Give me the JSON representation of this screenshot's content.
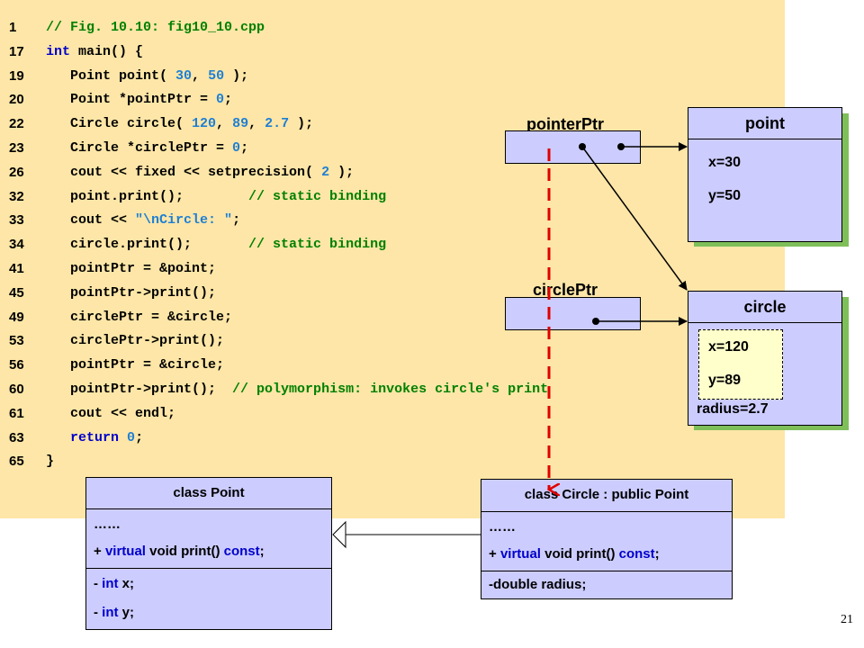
{
  "code_lines": [
    {
      "num": "1",
      "tokens": [
        {
          "t": "// Fig. 10.10: fig10_10.cpp",
          "c": "cmt"
        }
      ]
    },
    {
      "num": "17",
      "tokens": [
        {
          "t": "int",
          "c": "kw"
        },
        {
          "t": " main() {",
          "c": "plain"
        }
      ]
    },
    {
      "num": "19",
      "tokens": [
        {
          "t": "   Point point( ",
          "c": "plain"
        },
        {
          "t": "30",
          "c": "num"
        },
        {
          "t": ", ",
          "c": "plain"
        },
        {
          "t": "50",
          "c": "num"
        },
        {
          "t": " );",
          "c": "plain"
        }
      ]
    },
    {
      "num": "20",
      "tokens": [
        {
          "t": "   Point *pointPtr = ",
          "c": "plain"
        },
        {
          "t": "0",
          "c": "num"
        },
        {
          "t": ";",
          "c": "plain"
        }
      ]
    },
    {
      "num": "22",
      "tokens": [
        {
          "t": "   Circle circle( ",
          "c": "plain"
        },
        {
          "t": "120",
          "c": "num"
        },
        {
          "t": ", ",
          "c": "plain"
        },
        {
          "t": "89",
          "c": "num"
        },
        {
          "t": ", ",
          "c": "plain"
        },
        {
          "t": "2.7",
          "c": "num"
        },
        {
          "t": " );",
          "c": "plain"
        }
      ]
    },
    {
      "num": "23",
      "tokens": [
        {
          "t": "   Circle *circlePtr = ",
          "c": "plain"
        },
        {
          "t": "0",
          "c": "num"
        },
        {
          "t": ";",
          "c": "plain"
        }
      ]
    },
    {
      "num": "26",
      "tokens": [
        {
          "t": "   cout << fixed << setprecision( ",
          "c": "plain"
        },
        {
          "t": "2",
          "c": "num"
        },
        {
          "t": " );",
          "c": "plain"
        }
      ]
    },
    {
      "num": "32",
      "tokens": [
        {
          "t": "   point.print();        ",
          "c": "plain"
        },
        {
          "t": "// static binding",
          "c": "cmt"
        }
      ]
    },
    {
      "num": "33",
      "tokens": [
        {
          "t": "   cout << ",
          "c": "plain"
        },
        {
          "t": "\"\\nCircle: \"",
          "c": "str"
        },
        {
          "t": ";",
          "c": "plain"
        }
      ]
    },
    {
      "num": "34",
      "tokens": [
        {
          "t": "   circle.print();       ",
          "c": "plain"
        },
        {
          "t": "// static binding",
          "c": "cmt"
        }
      ]
    },
    {
      "num": "41",
      "tokens": [
        {
          "t": "   pointPtr = &point;",
          "c": "plain"
        }
      ]
    },
    {
      "num": "45",
      "tokens": [
        {
          "t": "   pointPtr->print();",
          "c": "plain"
        }
      ]
    },
    {
      "num": "49",
      "tokens": [
        {
          "t": "   circlePtr = &circle;",
          "c": "plain"
        }
      ]
    },
    {
      "num": "53",
      "tokens": [
        {
          "t": "   circlePtr->print();",
          "c": "plain"
        }
      ]
    },
    {
      "num": "56",
      "tokens": [
        {
          "t": "   pointPtr = &circle;",
          "c": "plain"
        }
      ]
    },
    {
      "num": "60",
      "tokens": [
        {
          "t": "   pointPtr->print();  ",
          "c": "plain"
        },
        {
          "t": "// polymorphism: invokes circle's print",
          "c": "cmt"
        }
      ]
    },
    {
      "num": "61",
      "tokens": [
        {
          "t": "   cout << endl;",
          "c": "plain"
        }
      ]
    },
    {
      "num": "63",
      "tokens": [
        {
          "t": "   ",
          "c": "plain"
        },
        {
          "t": "return",
          "c": "kw"
        },
        {
          "t": " ",
          "c": "plain"
        },
        {
          "t": "0",
          "c": "num"
        },
        {
          "t": ";",
          "c": "plain"
        }
      ]
    },
    {
      "num": "65",
      "tokens": [
        {
          "t": "}",
          "c": "plain"
        }
      ]
    }
  ],
  "pointers": {
    "pointer_ptr_label": "pointerPtr",
    "circle_ptr_label": "circlePtr"
  },
  "objects": {
    "point": {
      "title": "point",
      "x": "x=30",
      "y": "y=50"
    },
    "circle": {
      "title": "circle",
      "x": "x=120",
      "y": "y=89",
      "radius": "radius=2.7"
    }
  },
  "uml": {
    "point_class": {
      "header": "class Point",
      "ellipsis": "……",
      "method_prefix": "+ ",
      "method_kw1": "virtual",
      "method_mid": " void print() ",
      "method_kw2": "const",
      "method_end": ";",
      "field1_prefix": "- ",
      "field1_kw": "int",
      "field1_name": " x;",
      "field2_prefix": "- ",
      "field2_kw": "int",
      "field2_name": " y;"
    },
    "circle_class": {
      "header": "class Circle : public Point",
      "ellipsis": "……",
      "method_prefix": "+ ",
      "method_kw1": "virtual",
      "method_mid": " void print() ",
      "method_kw2": "const",
      "method_end": ";",
      "field1": "-double radius;"
    }
  },
  "colors": {
    "code_bg": "#fde6a7",
    "box_fill": "#ccccff",
    "shadow": "#7fbf5a",
    "dashed_arrow": "#e00000"
  },
  "page_number": "21"
}
